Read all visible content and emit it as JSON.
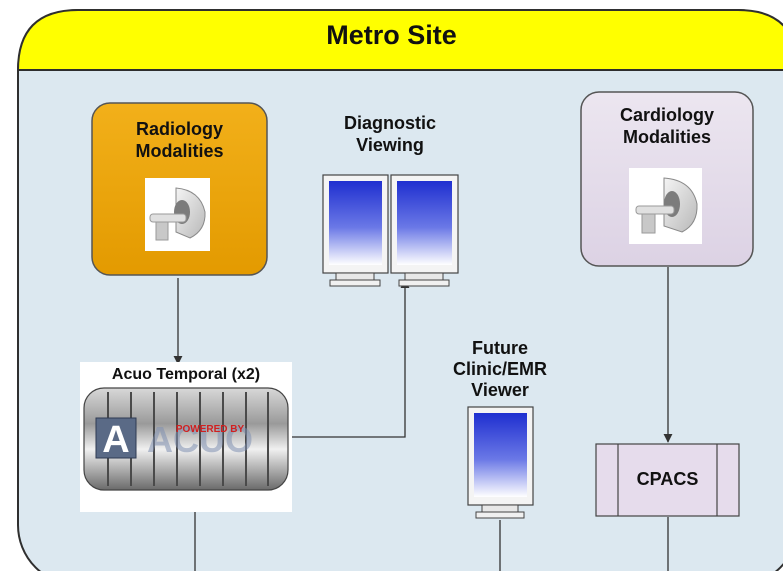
{
  "site": {
    "title": "Metro Site"
  },
  "nodes": {
    "radiology": {
      "label_line1": "Radiology",
      "label_line2": "Modalities"
    },
    "diagnostic": {
      "label_line1": "Diagnostic",
      "label_line2": "Viewing"
    },
    "cardiology": {
      "label_line1": "Cardiology",
      "label_line2": "Modalities"
    },
    "acuo": {
      "label": "Acuo Temporal (x2)",
      "logo_text": "ACUO",
      "powered_by": "POWERED BY"
    },
    "future_viewer": {
      "label_line1": "Future",
      "label_line2": "Clinic/EMR",
      "label_line3": "Viewer"
    },
    "cpacs": {
      "label": "CPACS"
    }
  },
  "colors": {
    "header_yellow": "#ffff00",
    "site_background": "#dce8f0",
    "radiology_box": "#f0a800",
    "cardiology_box": "#e4dcea",
    "cpacs_box": "#e6dcec",
    "monitor_screen": "#2a3bd6"
  }
}
